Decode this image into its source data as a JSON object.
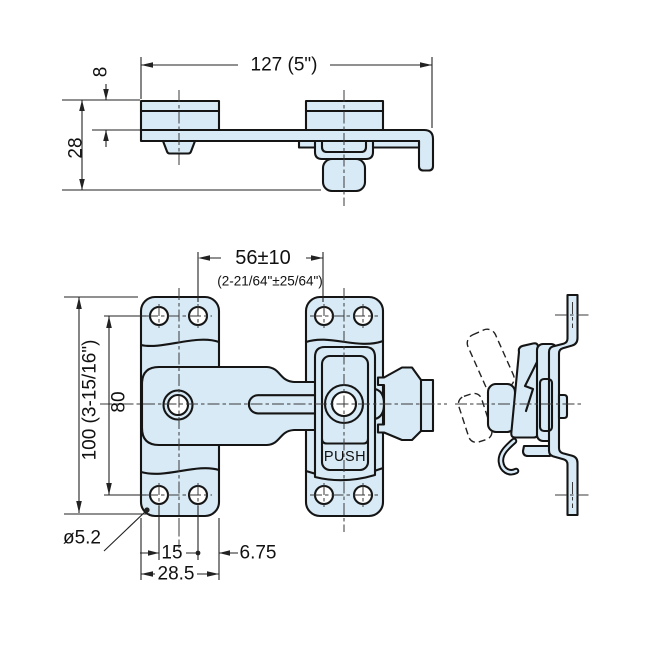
{
  "drawing": {
    "colors": {
      "part_fill": "#d8eaf5",
      "line_color": "#151515",
      "dim_color": "#222222",
      "background": "#ffffff"
    },
    "top_view": {
      "overall_width_label": "127 (5\")",
      "flange_thickness_label": "8",
      "overall_depth_label": "28"
    },
    "front_view": {
      "hole_span_label": "56±10",
      "hole_span_inch_label": "(2-21/64\"±25/64\")",
      "overall_height_label": "100 (3-15/16\")",
      "hole_pitch_vertical_label": "80",
      "hole_diameter_label": "ø5.2",
      "hole_pitch_horizontal_label": "15",
      "edge_offset_label": "6.75",
      "plate_width_label": "28.5",
      "push_label": "PUSH"
    }
  }
}
